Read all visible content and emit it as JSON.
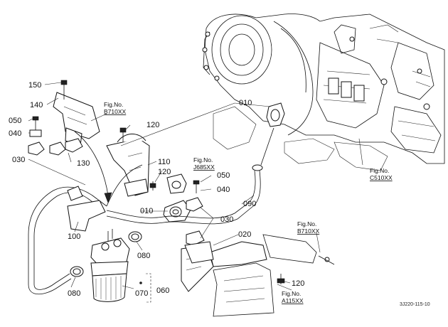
{
  "diagram": {
    "part_labels": {
      "p150": "150",
      "p140": "140",
      "p050a": "050",
      "p040a": "040",
      "p030a": "030",
      "p130": "130",
      "p120a": "120",
      "p110": "110",
      "p120b": "120",
      "p050b": "050",
      "p040b": "040",
      "p010a": "010",
      "p010b": "010",
      "p090": "090",
      "p030b": "030",
      "p020": "020",
      "p100": "100",
      "p080a": "080",
      "p080b": "080",
      "p070": "070",
      "p060": "060",
      "p120c": "120"
    },
    "figure_refs": {
      "b710_top": {
        "prefix": "Fig.No.",
        "code": "B710XX"
      },
      "j685": {
        "prefix": "Fig.No.",
        "code": "J685XX"
      },
      "c510": {
        "prefix": "Fig.No.",
        "code": "C510XX"
      },
      "b710_right": {
        "prefix": "Fig.No.",
        "code": "B710XX"
      },
      "a115": {
        "prefix": "Fig.No.",
        "code": "A115XX"
      }
    },
    "drawing_code": "3J220-115-10"
  }
}
